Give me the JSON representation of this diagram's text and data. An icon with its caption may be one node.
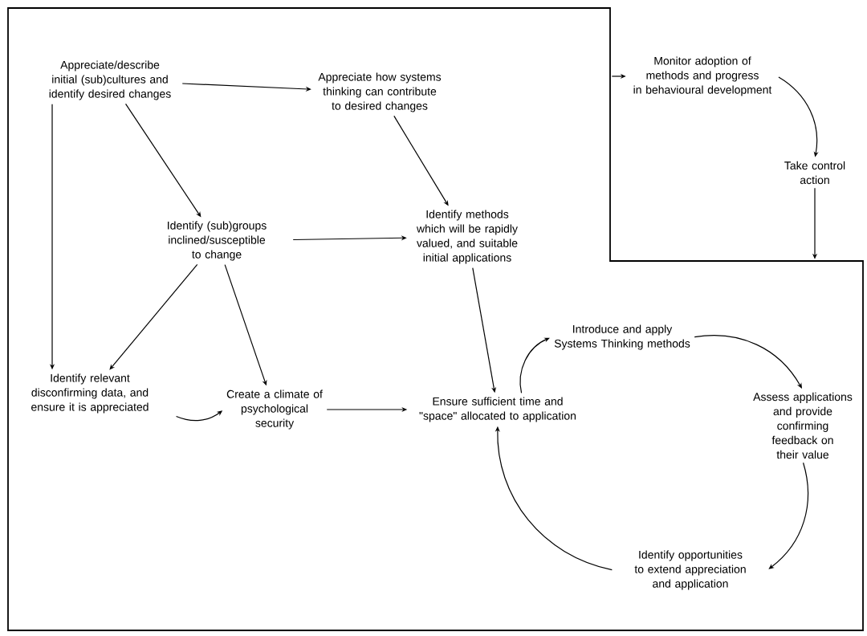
{
  "diagram": {
    "nodes": [
      {
        "text": [],
        "shape": "box"
      },
      {
        "text": [
          "Appreciate/describe initial (sub)cultures and identify desired changes"
        ],
        "in": 0
      },
      {
        "text": [
          "Appreciate how systems thinking can contribute to desired changes"
        ],
        "in": 0
      },
      {
        "text": [
          "Monitor adoption of methods and progress in behavioural development"
        ]
      },
      {
        "text": [
          "Take control action"
        ]
      },
      {
        "text": [
          "Identify (sub)groups inclined/susceptible to change"
        ],
        "in": 0
      },
      {
        "text": [
          "Identify methods which will be rapidly valued, and suitable initial applications"
        ],
        "in": 0
      },
      {
        "text": [
          "Identify relevant disconfirming data, and ensure it is appreciated"
        ],
        "in": 0
      },
      {
        "text": [
          "Create a climate of psychological security"
        ],
        "in": 0
      },
      {
        "text": [
          "Ensure sufficient time and \"space\" allocated to application"
        ],
        "in": 0
      },
      {
        "text": [
          "Introduce and apply Systems Thinking methods"
        ],
        "in": 0
      },
      {
        "text": [
          "Assess applications and provide confirming feedback on their value"
        ],
        "in": 0
      },
      {
        "text": [
          "Identify opportunities to extend appreciation and application"
        ],
        "in": 0
      }
    ],
    "edges": [
      {
        "from": 1,
        "to": 2,
        "arrow": "to"
      },
      {
        "from": 1,
        "to": 5,
        "arrow": "to"
      },
      {
        "from": 1,
        "to": 7,
        "arrow": "to"
      },
      {
        "from": 2,
        "to": 6,
        "arrow": "to"
      },
      {
        "from": 5,
        "to": 6,
        "arrow": "to"
      },
      {
        "from": 5,
        "to": 7,
        "arrow": "to"
      },
      {
        "from": 5,
        "to": 8,
        "arrow": "to"
      },
      {
        "from": 7,
        "to": 8,
        "arrow": "to"
      },
      {
        "from": 8,
        "to": 9,
        "arrow": "to"
      },
      {
        "from": 6,
        "to": 9,
        "arrow": "to"
      },
      {
        "from": 9,
        "to": 10,
        "arrow": "to"
      },
      {
        "from": 10,
        "to": 11,
        "arrow": "to"
      },
      {
        "from": 11,
        "to": 12,
        "arrow": "to"
      },
      {
        "from": 12,
        "to": 9,
        "arrow": "to"
      },
      {
        "from": 0,
        "to": 3,
        "arrow": "to"
      },
      {
        "from": 3,
        "to": 4,
        "arrow": "to"
      },
      {
        "from": 4,
        "to": 0,
        "arrow": "to"
      }
    ]
  }
}
